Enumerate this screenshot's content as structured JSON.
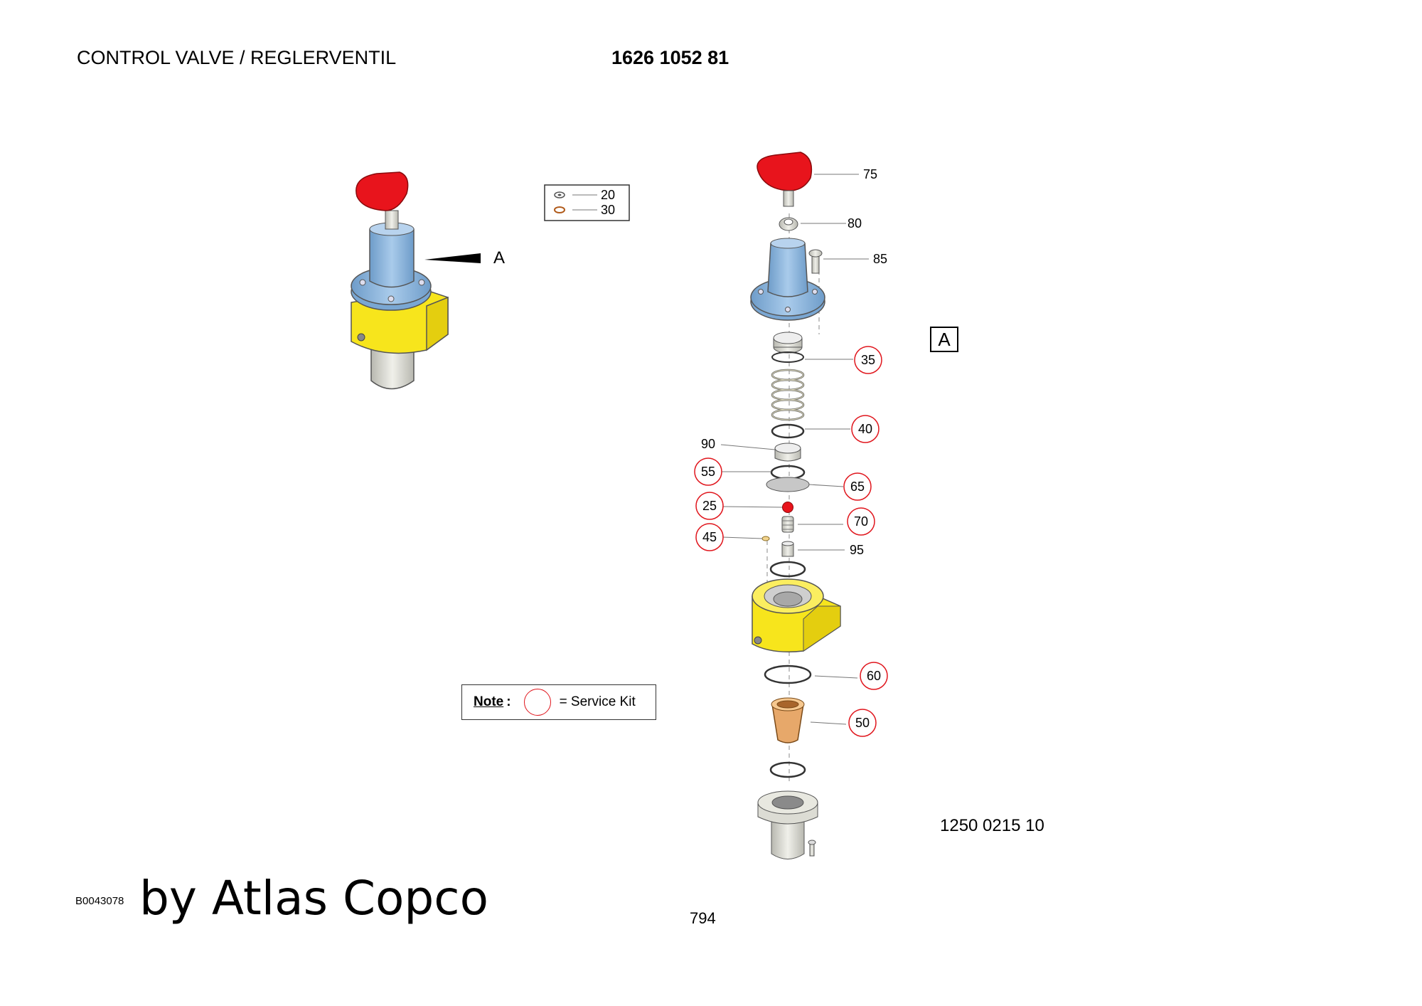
{
  "header": {
    "title": "CONTROL VALVE / REGLERVENTIL",
    "part_number": "1626 1052 81"
  },
  "detail_view": {
    "label": "A",
    "box_label": "A"
  },
  "small_kit_labels": [
    "20",
    "30"
  ],
  "callouts": {
    "c75": "75",
    "c80": "80",
    "c85": "85",
    "c35": "35",
    "c40": "40",
    "c90": "90",
    "c55": "55",
    "c65": "65",
    "c25": "25",
    "c70": "70",
    "c45": "45",
    "c95": "95",
    "c60": "60",
    "c50": "50"
  },
  "note": {
    "label": "Note",
    "colon": ":",
    "text": "= Service Kit"
  },
  "service_kit_number": "1250 0215 10",
  "footer": {
    "image_code": "B0043078",
    "brand": "by Atlas Copco",
    "page": "794"
  },
  "colors": {
    "knob": "#e8141c",
    "bonnet": "#8fb8e0",
    "body": "#f7e51c",
    "service_kit_circle": "#e0161d",
    "filter": "#e7a86a"
  }
}
